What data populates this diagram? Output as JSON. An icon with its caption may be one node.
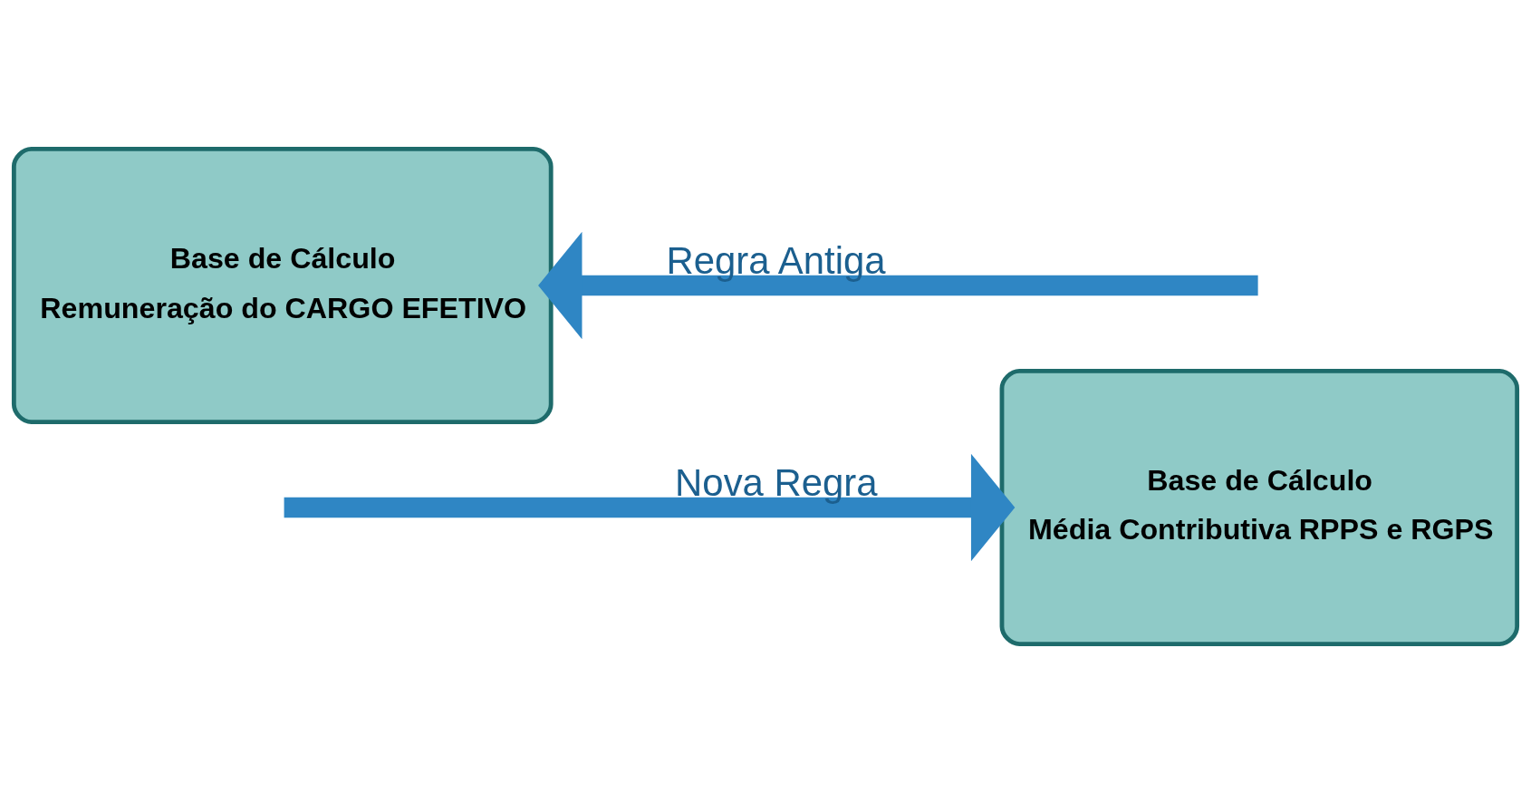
{
  "diagram": {
    "nodes": [
      {
        "text": [
          "Base de Cálculo",
          "Média Contributiva RPPS e RGPS"
        ]
      },
      {
        "text": [
          "Base de Cálculo",
          "Remuneração do CARGO EFETIVO"
        ]
      }
    ],
    "edges": [
      {
        "from": null,
        "to": 0,
        "arrow": "to",
        "label": "Nova Regra"
      },
      {
        "from": null,
        "to": 1,
        "arrow": "to",
        "label": "Regra Antiga"
      }
    ]
  }
}
